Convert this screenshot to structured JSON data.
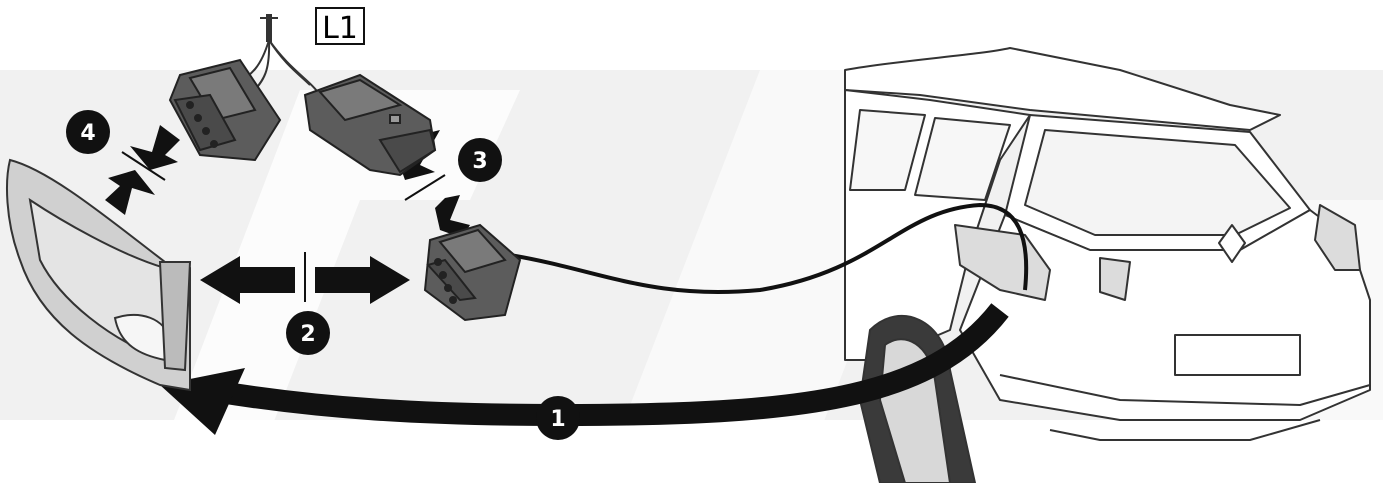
{
  "labels": {
    "l1": "L1",
    "step1": "1",
    "step2": "2",
    "step3": "3",
    "step4": "4"
  },
  "colors": {
    "watermark": "#efefef",
    "connector": "#5c5c5c",
    "connector_dark": "#3a3a3a",
    "lamp": "#d6d6d6",
    "car_line": "#333333",
    "arrow": "#111111"
  }
}
